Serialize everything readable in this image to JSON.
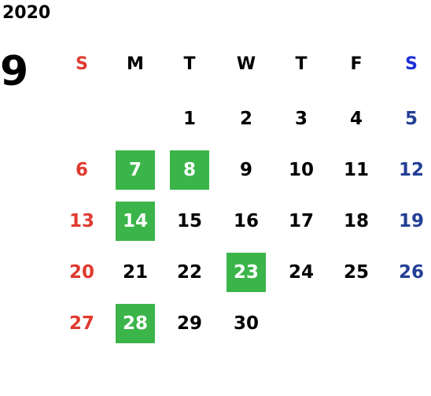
{
  "calendar": {
    "year": "2020",
    "month": "9",
    "colors": {
      "sunday": "#e03a2f",
      "saturday": "#233f96",
      "saturday_header": "#1c2fd8",
      "weekday": "#000000",
      "highlight_bg": "#3bb54a",
      "highlight_text": "#ffffff"
    },
    "weekdays": [
      "S",
      "M",
      "T",
      "W",
      "T",
      "F",
      "S"
    ],
    "weeks": [
      [
        "",
        "",
        "1",
        "2",
        "3",
        "4",
        "5"
      ],
      [
        "6",
        "7",
        "8",
        "9",
        "10",
        "11",
        "12"
      ],
      [
        "13",
        "14",
        "15",
        "16",
        "17",
        "18",
        "19"
      ],
      [
        "20",
        "21",
        "22",
        "23",
        "24",
        "25",
        "26"
      ],
      [
        "27",
        "28",
        "29",
        "30",
        "",
        "",
        ""
      ]
    ],
    "highlighted_days": [
      "7",
      "8",
      "14",
      "23",
      "28"
    ]
  }
}
